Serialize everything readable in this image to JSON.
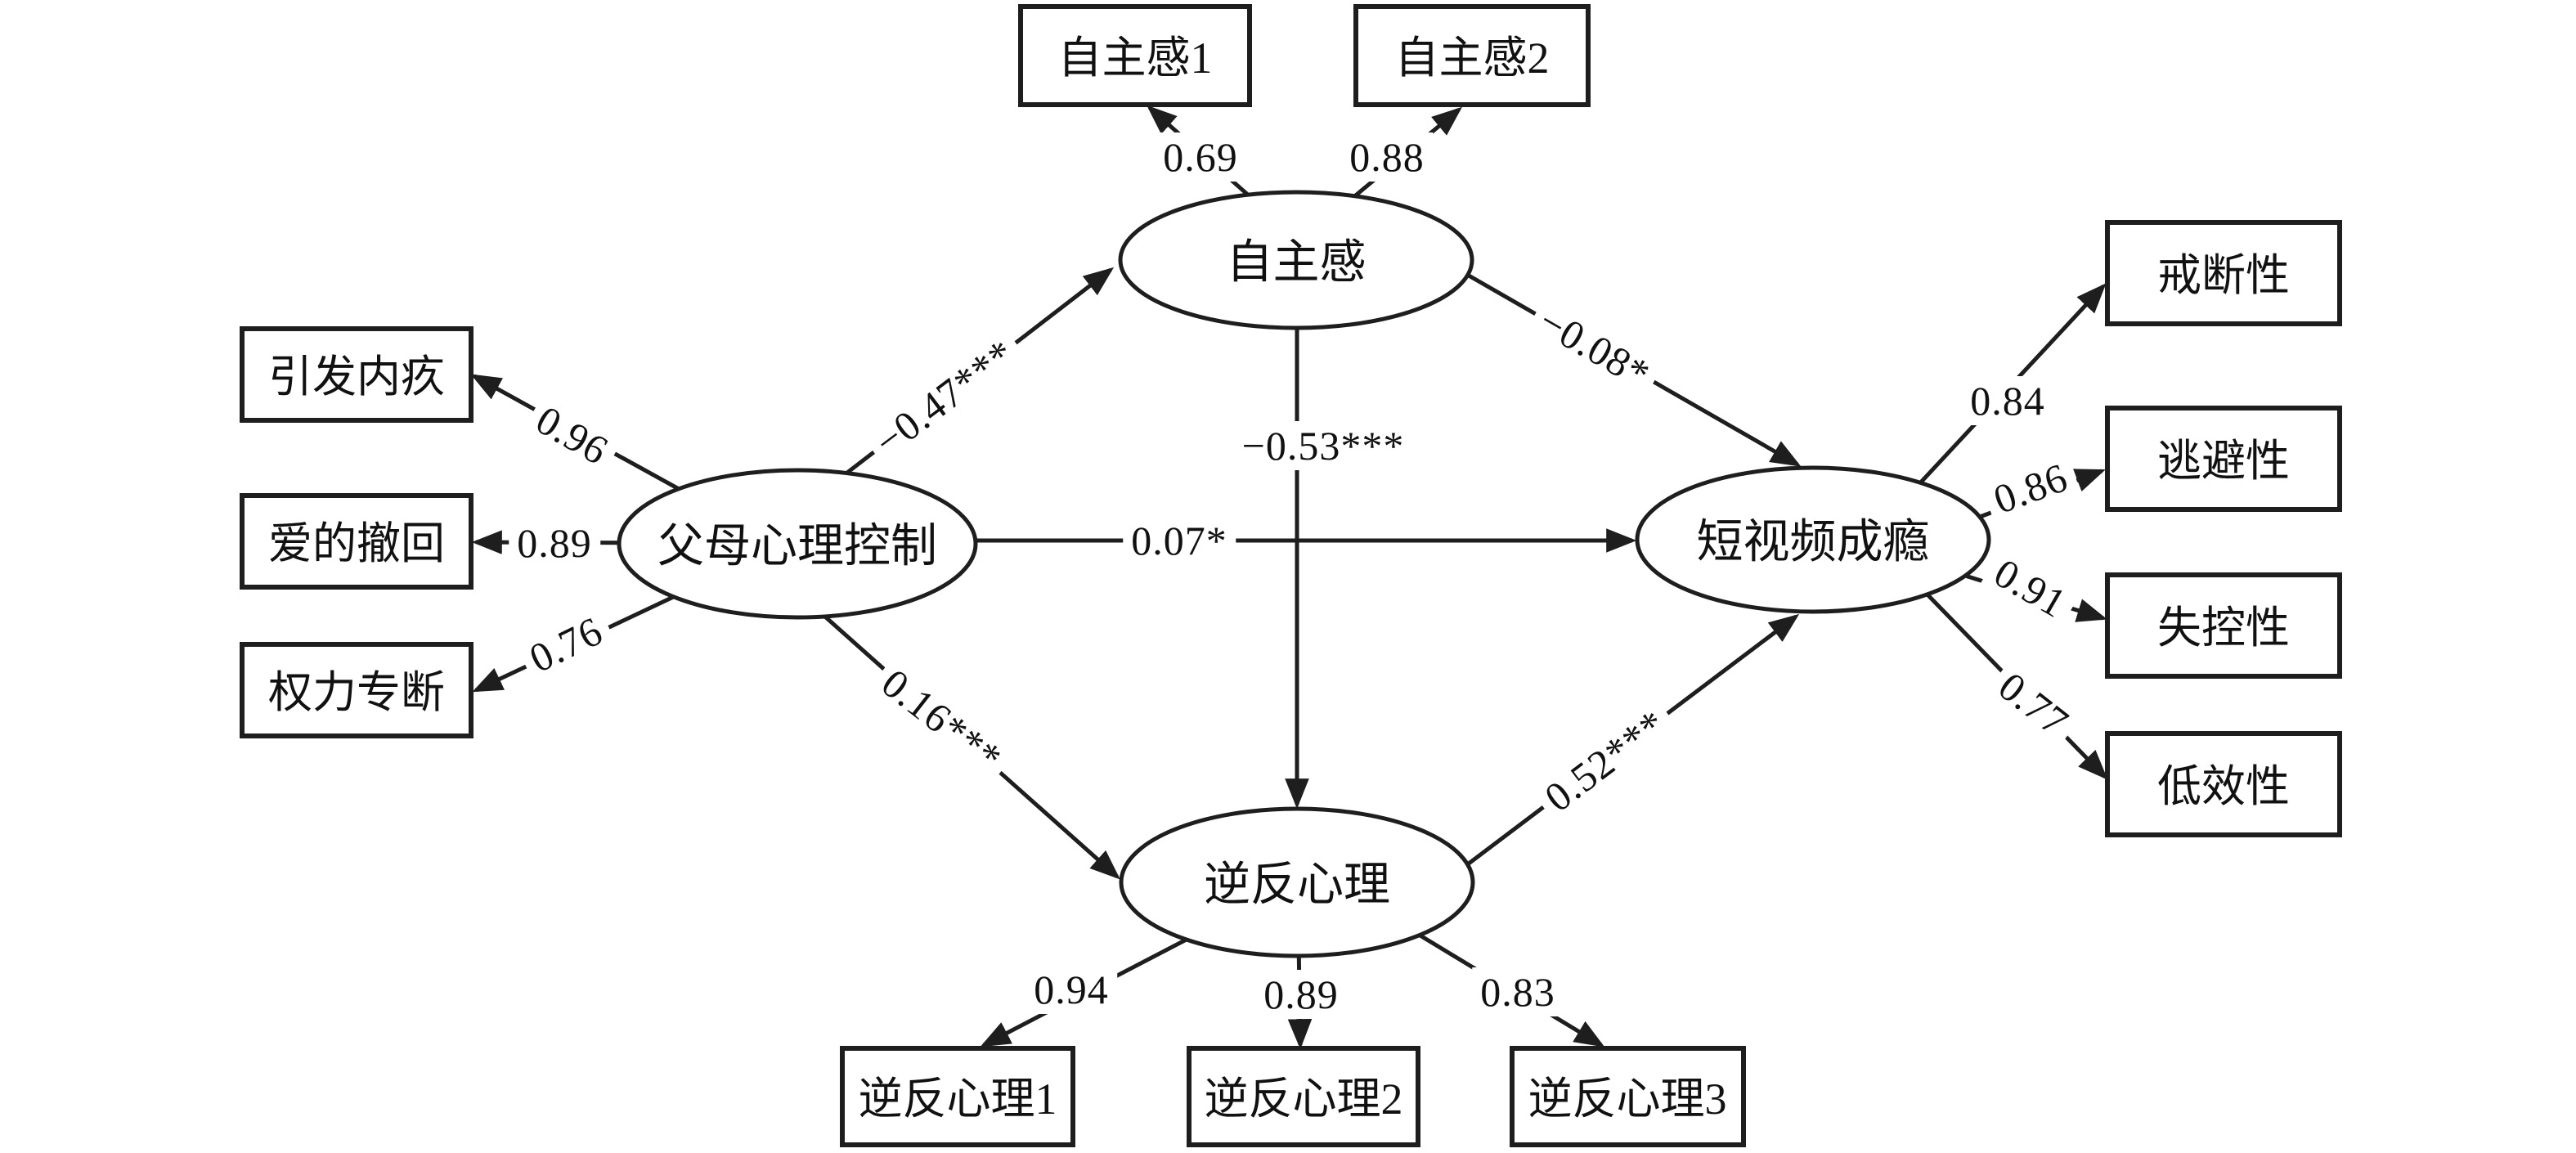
{
  "figure": {
    "type": "sem-path-diagram",
    "background_color": "#ffffff",
    "stroke_color": "#1e1e1e",
    "text_color": "#111111"
  },
  "nodes": {
    "latent": [
      {
        "id": "parental-psychological-control",
        "label": "父母心理控制",
        "shape": "ellipse"
      },
      {
        "id": "autonomy",
        "label": "自主感",
        "shape": "ellipse"
      },
      {
        "id": "rebellious-psychology",
        "label": "逆反心理",
        "shape": "ellipse"
      },
      {
        "id": "short-video-addiction",
        "label": "短视频成瘾",
        "shape": "ellipse"
      }
    ],
    "observed": [
      {
        "id": "autonomy-1",
        "label": "自主感1",
        "shape": "rect"
      },
      {
        "id": "autonomy-2",
        "label": "自主感2",
        "shape": "rect"
      },
      {
        "id": "guilt-induction",
        "label": "引发内疚",
        "shape": "rect"
      },
      {
        "id": "love-withdrawal",
        "label": "爱的撤回",
        "shape": "rect"
      },
      {
        "id": "authority-assertion",
        "label": "权力专断",
        "shape": "rect"
      },
      {
        "id": "withdrawal",
        "label": "戒断性",
        "shape": "rect"
      },
      {
        "id": "escape",
        "label": "逃避性",
        "shape": "rect"
      },
      {
        "id": "loss-of-control",
        "label": "失控性",
        "shape": "rect"
      },
      {
        "id": "inefficiency",
        "label": "低效性",
        "shape": "rect"
      },
      {
        "id": "rebellious-1",
        "label": "逆反心理1",
        "shape": "rect"
      },
      {
        "id": "rebellious-2",
        "label": "逆反心理2",
        "shape": "rect"
      },
      {
        "id": "rebellious-3",
        "label": "逆反心理3",
        "shape": "rect"
      }
    ]
  },
  "paths": {
    "structural": [
      {
        "from": "父母心理控制",
        "to": "自主感",
        "coefficient": "−0.47***"
      },
      {
        "from": "自主感",
        "to": "短视频成瘾",
        "coefficient": "−0.08*"
      },
      {
        "from": "父母心理控制",
        "to": "短视频成瘾",
        "coefficient": "0.07*"
      },
      {
        "from": "父母心理控制",
        "to": "逆反心理",
        "coefficient": "0.16***"
      },
      {
        "from": "自主感",
        "to": "逆反心理",
        "coefficient": "−0.53***"
      },
      {
        "from": "逆反心理",
        "to": "短视频成瘾",
        "coefficient": "0.52***"
      }
    ],
    "loadings": [
      {
        "from": "自主感",
        "to": "自主感1",
        "value": "0.69"
      },
      {
        "from": "自主感",
        "to": "自主感2",
        "value": "0.88"
      },
      {
        "from": "父母心理控制",
        "to": "引发内疚",
        "value": "0.96"
      },
      {
        "from": "父母心理控制",
        "to": "爱的撤回",
        "value": "0.89"
      },
      {
        "from": "父母心理控制",
        "to": "权力专断",
        "value": "0.76"
      },
      {
        "from": "逆反心理",
        "to": "逆反心理1",
        "value": "0.94"
      },
      {
        "from": "逆反心理",
        "to": "逆反心理2",
        "value": "0.89"
      },
      {
        "from": "逆反心理",
        "to": "逆反心理3",
        "value": "0.83"
      },
      {
        "from": "短视频成瘾",
        "to": "戒断性",
        "value": "0.84"
      },
      {
        "from": "短视频成瘾",
        "to": "逃避性",
        "value": "0.86"
      },
      {
        "from": "短视频成瘾",
        "to": "失控性",
        "value": "0.91"
      },
      {
        "from": "短视频成瘾",
        "to": "低效性",
        "value": "0.77"
      }
    ]
  }
}
